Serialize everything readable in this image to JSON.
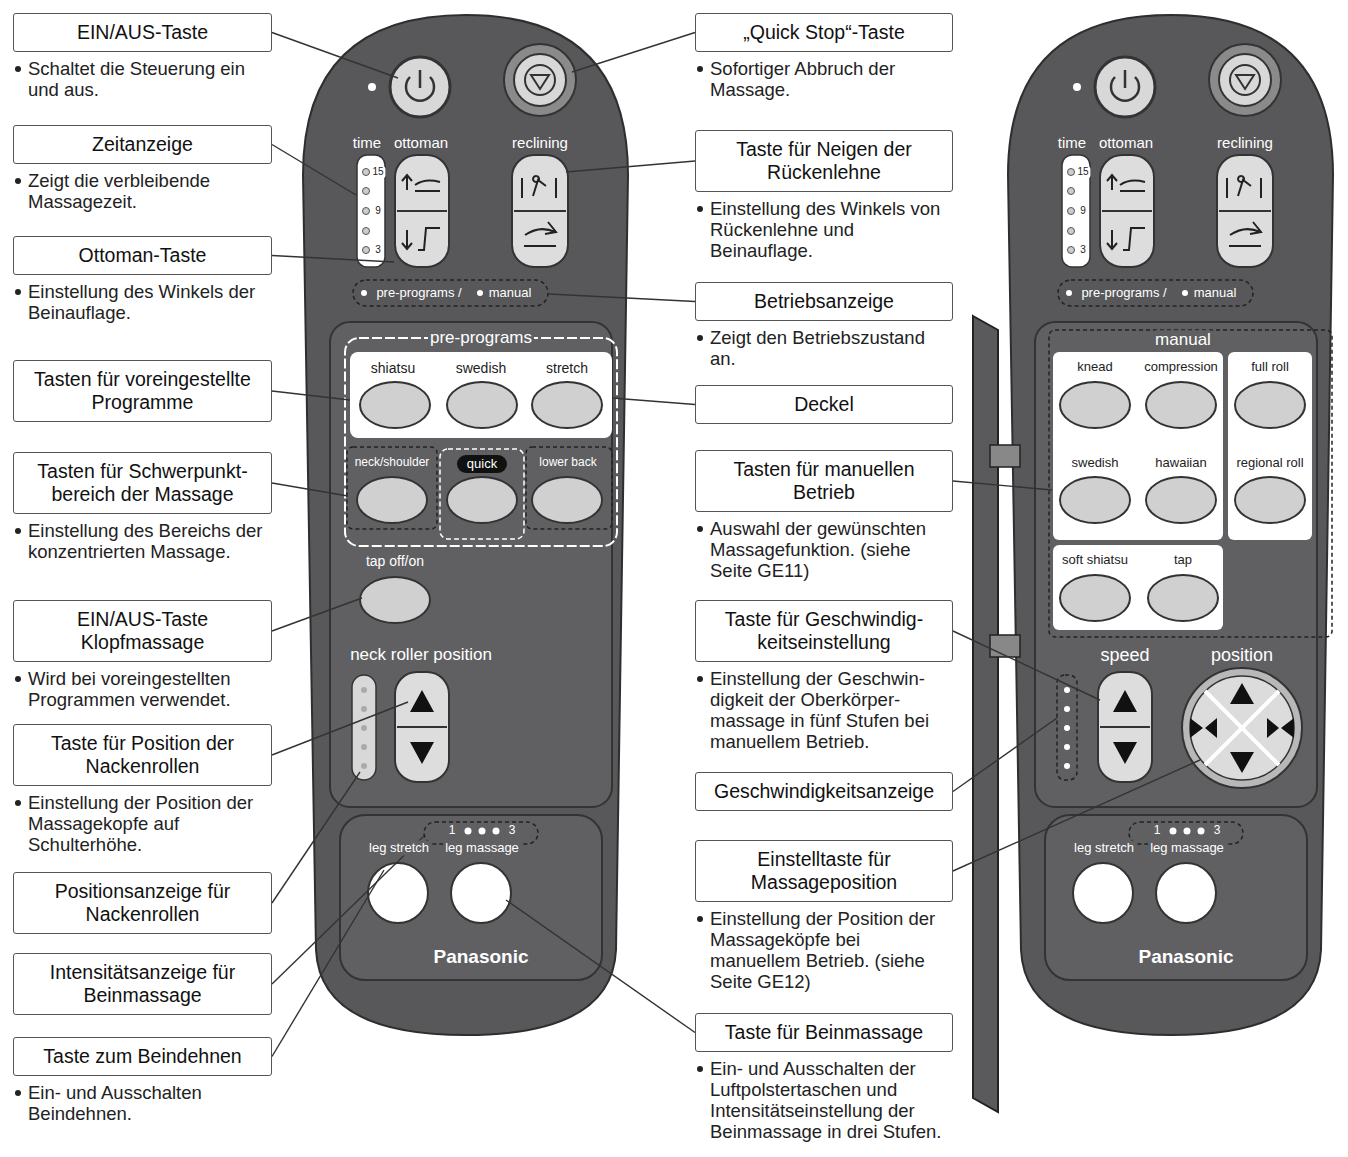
{
  "diagram": {
    "nodes": [
      {
        "text": [
          "EIN/AUS-Taste",
          "Schaltet die Steuerung ein und aus."
        ]
      },
      {
        "text": [
          "Zeitanzeige",
          "Zeigt die verbleibende Massagezeit."
        ]
      },
      {
        "text": [
          "Ottoman-Taste",
          "Einstellung des Winkels der Beinauflage."
        ]
      },
      {
        "text": [
          "Tasten für voreingestellte Programme"
        ]
      },
      {
        "text": [
          "Tasten für Schwerpunkt- bereich der Massage",
          "Einstellung des Bereichs der konzentrierten Massage."
        ]
      },
      {
        "text": [
          "EIN/AUS-Taste Klopfmassage",
          "Wird bei voreingestellten Programmen verwendet."
        ]
      },
      {
        "text": [
          "Taste für Position der Nackenrollen",
          "Einstellung der Position der Massagekopfe auf Schulterhöhe."
        ]
      },
      {
        "text": [
          "Positionsanzeige für Nackenrollen"
        ]
      },
      {
        "text": [
          "Intensitätsanzeige für Beinmassage"
        ]
      },
      {
        "text": [
          "Taste zum Beindehnen",
          "Ein- und Ausschalten Beindehnen."
        ]
      },
      {
        "text": [
          "„Quick Stop“-Taste",
          "Sofortiger Abbruch der Massage."
        ]
      },
      {
        "text": [
          "Taste für Neigen der Rückenlehne",
          "Einstellung des Winkels von Rückenlehne und Beinauflage."
        ]
      },
      {
        "text": [
          "Betriebsanzeige",
          "Zeigt den Betriebszustand an."
        ]
      },
      {
        "text": [
          "Deckel"
        ]
      },
      {
        "text": [
          "Tasten für manuellen Betrieb",
          "Auswahl der gewünschten Massagefunktion. (siehe Seite GE11)"
        ]
      },
      {
        "text": [
          "Taste für Geschwindig- keitseinstellung",
          "Einstellung der Geschwin- digkeit der Oberkörper- massage in fünf Stufen bei manuellem Betrieb."
        ]
      },
      {
        "text": [
          "Geschwindigkeitsanzeige"
        ]
      },
      {
        "text": [
          "Einstelltaste für Massageposition",
          "Einstellung der Position der Massageköpfe bei manuellem Betrieb. (siehe Seite GE12)"
        ]
      },
      {
        "text": [
          "Taste für Beinmassage",
          "Ein- und Ausschalten der Luftpolstertaschen und Intensitätseinstellung der Beinmassage in drei Stufen."
        ]
      }
    ],
    "labels": [
      "time",
      "ottoman",
      "reclining",
      "15",
      "9",
      "3",
      "pre-programs /",
      "manual",
      "pre-programs",
      "shiatsu",
      "swedish",
      "stretch",
      "neck/shoulder",
      "quick",
      "lower back",
      "tap off/on",
      "neck roller position",
      "1",
      "3",
      "leg stretch",
      "leg massage",
      "Panasonic",
      "time",
      "ottoman",
      "reclining",
      "15",
      "9",
      "3",
      "pre-programs /",
      "manual",
      "manual",
      "knead",
      "compression",
      "full roll",
      "swedish",
      "hawaiian",
      "regional roll",
      "soft shiatsu",
      "tap",
      "speed",
      "position",
      "1",
      "3",
      "leg stretch",
      "leg massage",
      "Panasonic"
    ]
  }
}
